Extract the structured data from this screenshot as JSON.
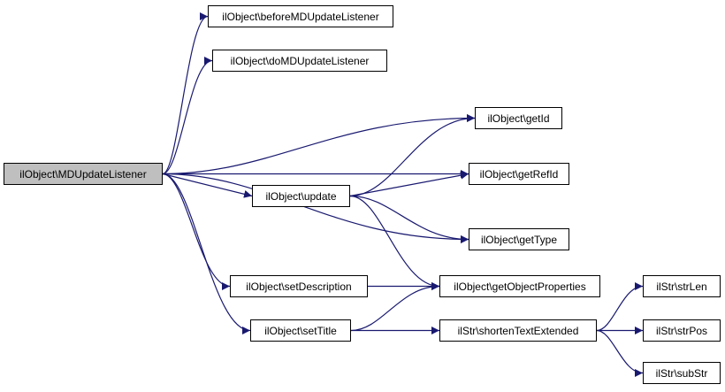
{
  "diagram": {
    "colors": {
      "edge": "#191970",
      "root_fill": "#bfbfbf",
      "node_fill": "#ffffff",
      "border": "#000000"
    },
    "nodes": [
      {
        "id": "root",
        "label": "ilObject\\MDUpdateListener",
        "root": true
      },
      {
        "id": "before",
        "label": "ilObject\\beforeMDUpdateListener"
      },
      {
        "id": "do",
        "label": "ilObject\\doMDUpdateListener"
      },
      {
        "id": "getId",
        "label": "ilObject\\getId"
      },
      {
        "id": "getRefId",
        "label": "ilObject\\getRefId"
      },
      {
        "id": "update",
        "label": "ilObject\\update"
      },
      {
        "id": "getType",
        "label": "ilObject\\getType"
      },
      {
        "id": "setDesc",
        "label": "ilObject\\setDescription"
      },
      {
        "id": "getObjProps",
        "label": "ilObject\\getObjectProperties"
      },
      {
        "id": "setTitle",
        "label": "ilObject\\setTitle"
      },
      {
        "id": "shorten",
        "label": "ilStr\\shortenTextExtended"
      },
      {
        "id": "strLen",
        "label": "ilStr\\strLen"
      },
      {
        "id": "strPos",
        "label": "ilStr\\strPos"
      },
      {
        "id": "subStr",
        "label": "ilStr\\subStr"
      }
    ],
    "edges": [
      [
        "root",
        "before"
      ],
      [
        "root",
        "do"
      ],
      [
        "root",
        "getId"
      ],
      [
        "root",
        "getRefId"
      ],
      [
        "root",
        "update"
      ],
      [
        "root",
        "getType"
      ],
      [
        "root",
        "setDesc"
      ],
      [
        "root",
        "setTitle"
      ],
      [
        "update",
        "getId"
      ],
      [
        "update",
        "getRefId"
      ],
      [
        "update",
        "getType"
      ],
      [
        "update",
        "getObjProps"
      ],
      [
        "setDesc",
        "getObjProps"
      ],
      [
        "setTitle",
        "getObjProps"
      ],
      [
        "setTitle",
        "shorten"
      ],
      [
        "shorten",
        "strLen"
      ],
      [
        "shorten",
        "strPos"
      ],
      [
        "shorten",
        "subStr"
      ]
    ]
  }
}
